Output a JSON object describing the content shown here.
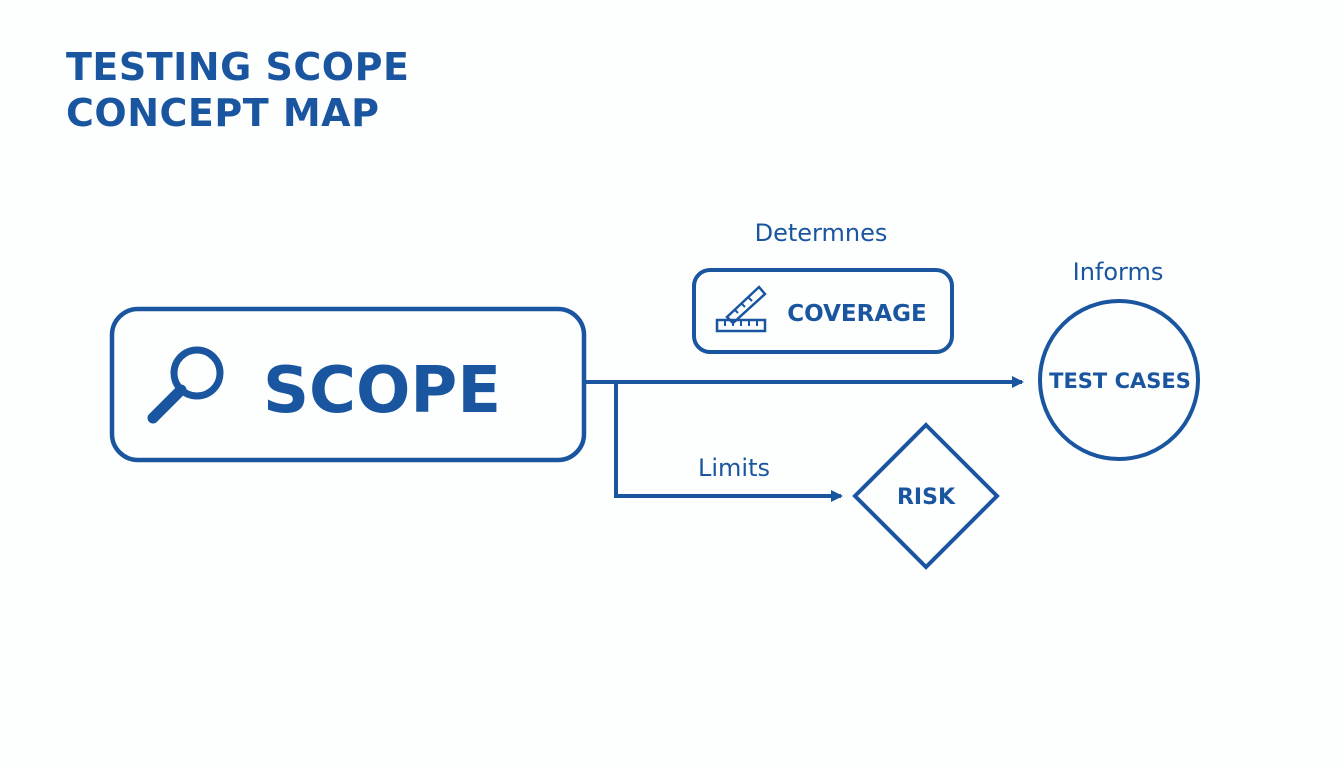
{
  "title": {
    "line1": "TESTING SCOPE",
    "line2": "CONCEPT MAP"
  },
  "nodes": {
    "scope": {
      "label": "SCOPE",
      "icon": "magnifier-icon"
    },
    "coverage": {
      "label": "COVERAGE",
      "icon": "ruler-set-square-icon"
    },
    "test_cases": {
      "label": "TEST CASES"
    },
    "risk": {
      "label": "RISK"
    }
  },
  "edges": {
    "determines": "Determnes",
    "informs": "Informs",
    "limits": "Limits"
  },
  "colors": {
    "primary": "#1a56a0",
    "background": "#fdfefe"
  }
}
